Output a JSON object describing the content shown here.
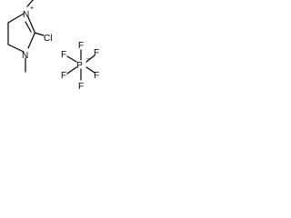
{
  "molecule": {
    "labels": {
      "n_top": "N",
      "n_bottom": "N",
      "cl": "Cl",
      "p": "P",
      "f_top": "F",
      "f_right_top": "F",
      "f_left_top": "F",
      "f_left_bottom": "F",
      "f_right_bottom": "F",
      "f_bottom": "F",
      "plus": "+",
      "minus": "−"
    }
  }
}
